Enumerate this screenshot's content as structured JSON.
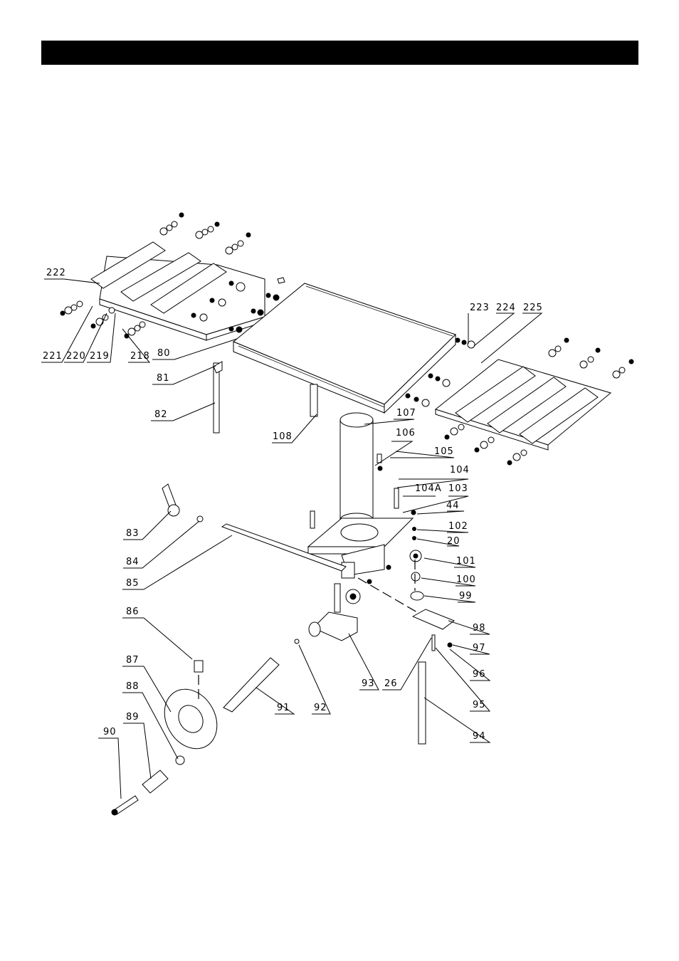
{
  "header": {
    "title": ""
  },
  "labels": [
    {
      "id": "222",
      "text": "222"
    },
    {
      "id": "221",
      "text": "221"
    },
    {
      "id": "220",
      "text": "220"
    },
    {
      "id": "219",
      "text": "219"
    },
    {
      "id": "218",
      "text": "218"
    },
    {
      "id": "80",
      "text": "80"
    },
    {
      "id": "81",
      "text": "81"
    },
    {
      "id": "82",
      "text": "82"
    },
    {
      "id": "108",
      "text": "108"
    },
    {
      "id": "107",
      "text": "107"
    },
    {
      "id": "106",
      "text": "106"
    },
    {
      "id": "105",
      "text": "105"
    },
    {
      "id": "104",
      "text": "104"
    },
    {
      "id": "104A",
      "text": "104A"
    },
    {
      "id": "103",
      "text": "103"
    },
    {
      "id": "44",
      "text": "44"
    },
    {
      "id": "102",
      "text": "102"
    },
    {
      "id": "20",
      "text": "20"
    },
    {
      "id": "101",
      "text": "101"
    },
    {
      "id": "100",
      "text": "100"
    },
    {
      "id": "99",
      "text": "99"
    },
    {
      "id": "98",
      "text": "98"
    },
    {
      "id": "97",
      "text": "97"
    },
    {
      "id": "96",
      "text": "96"
    },
    {
      "id": "95",
      "text": "95"
    },
    {
      "id": "94",
      "text": "94"
    },
    {
      "id": "26",
      "text": "26"
    },
    {
      "id": "93",
      "text": "93"
    },
    {
      "id": "92",
      "text": "92"
    },
    {
      "id": "91",
      "text": "91"
    },
    {
      "id": "90",
      "text": "90"
    },
    {
      "id": "89",
      "text": "89"
    },
    {
      "id": "88",
      "text": "88"
    },
    {
      "id": "87",
      "text": "87"
    },
    {
      "id": "86",
      "text": "86"
    },
    {
      "id": "85",
      "text": "85"
    },
    {
      "id": "84",
      "text": "84"
    },
    {
      "id": "83",
      "text": "83"
    },
    {
      "id": "223",
      "text": "223"
    },
    {
      "id": "224",
      "text": "224"
    },
    {
      "id": "225",
      "text": "225"
    }
  ]
}
